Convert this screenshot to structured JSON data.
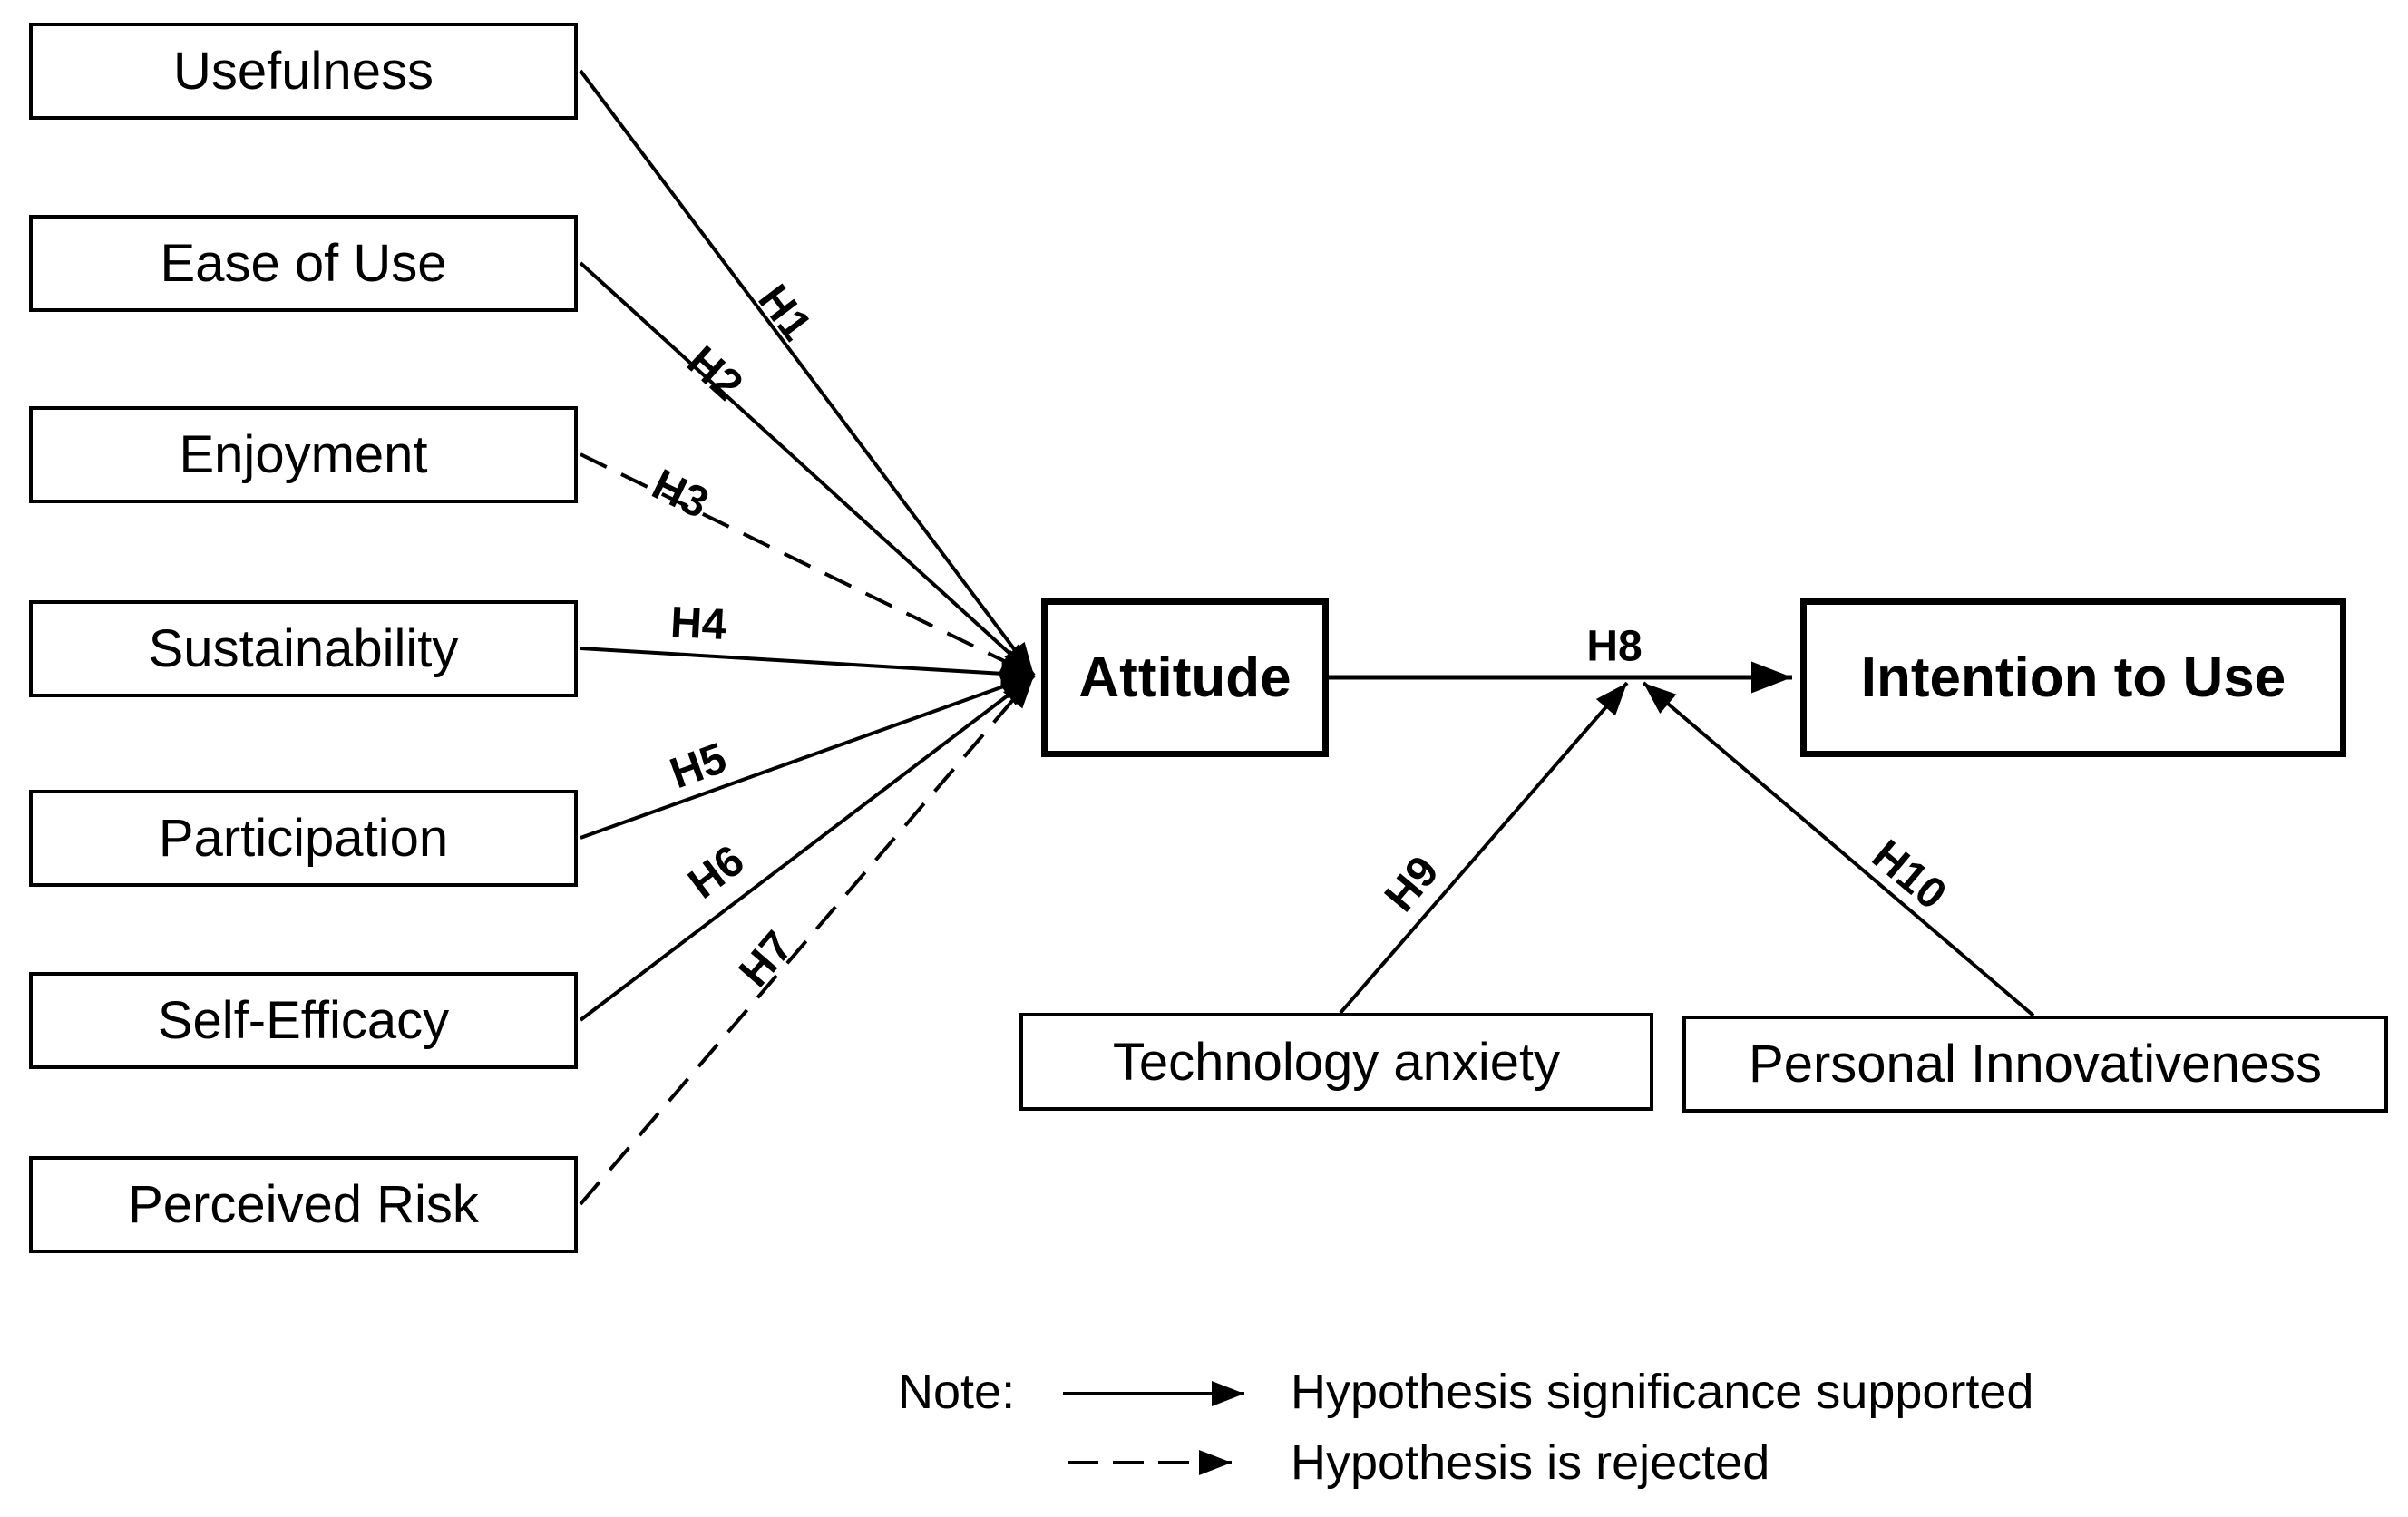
{
  "figure": {
    "background": "#ffffff",
    "line_color": "#000000",
    "text_color": "#000000",
    "factors": [
      {
        "label": "Usefulness",
        "hypothesis": "H1",
        "status": "supported"
      },
      {
        "label": "Ease of Use",
        "hypothesis": "H2",
        "status": "supported"
      },
      {
        "label": "Enjoyment",
        "hypothesis": "H3",
        "status": "rejected"
      },
      {
        "label": "Sustainability",
        "hypothesis": "H4",
        "status": "supported"
      },
      {
        "label": "Participation",
        "hypothesis": "H5",
        "status": "supported"
      },
      {
        "label": "Self-Efficacy",
        "hypothesis": "H6",
        "status": "supported"
      },
      {
        "label": "Perceived Risk",
        "hypothesis": "H7",
        "status": "rejected"
      }
    ],
    "mediator": {
      "label": "Attitude"
    },
    "outcome": {
      "label": "Intention to Use"
    },
    "mediation_path": {
      "hypothesis": "H8",
      "status": "supported"
    },
    "moderators": [
      {
        "label": "Technology anxiety",
        "hypothesis": "H9",
        "status": "supported"
      },
      {
        "label": "Personal Innovativeness",
        "hypothesis": "H10",
        "status": "supported"
      }
    ],
    "legend": {
      "note_label": "Note:",
      "solid_label": "Hypothesis significance supported",
      "dashed_label": "Hypothesis is rejected"
    }
  }
}
